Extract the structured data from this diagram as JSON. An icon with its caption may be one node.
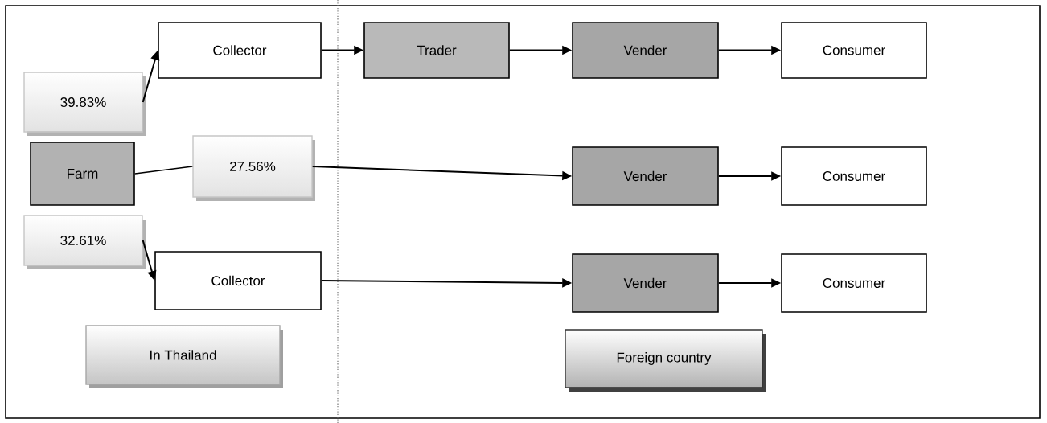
{
  "diagram": {
    "nodes": [
      {
        "text": [
          "Collector"
        ]
      },
      {
        "text": [
          "Trader"
        ]
      },
      {
        "text": [
          "Vender"
        ]
      },
      {
        "text": [
          "Consumer"
        ]
      },
      {
        "text": [
          "39.83%"
        ]
      },
      {
        "text": [
          "Farm"
        ]
      },
      {
        "text": [
          "27.56%"
        ]
      },
      {
        "text": [
          "Vender"
        ]
      },
      {
        "text": [
          "Consumer"
        ]
      },
      {
        "text": [
          "32.61%"
        ]
      },
      {
        "text": [
          "Collector"
        ]
      },
      {
        "text": [
          "Vender"
        ]
      },
      {
        "text": [
          "Consumer"
        ]
      },
      {
        "text": [
          "In Thailand"
        ]
      },
      {
        "text": [
          "Foreign country"
        ]
      }
    ],
    "edges": [
      {
        "from": 4,
        "to": 0,
        "arrow": "to"
      },
      {
        "from": 0,
        "to": 1,
        "arrow": "to"
      },
      {
        "from": 1,
        "to": 2,
        "arrow": "to"
      },
      {
        "from": 2,
        "to": 3,
        "arrow": "to"
      },
      {
        "from": 5,
        "to": 6,
        "arrow": "none"
      },
      {
        "from": 6,
        "to": 7,
        "arrow": "to"
      },
      {
        "from": 7,
        "to": 8,
        "arrow": "to"
      },
      {
        "from": 9,
        "to": 10,
        "arrow": "to"
      },
      {
        "from": 10,
        "to": 11,
        "arrow": "to"
      },
      {
        "from": 11,
        "to": 12,
        "arrow": "to"
      }
    ]
  }
}
